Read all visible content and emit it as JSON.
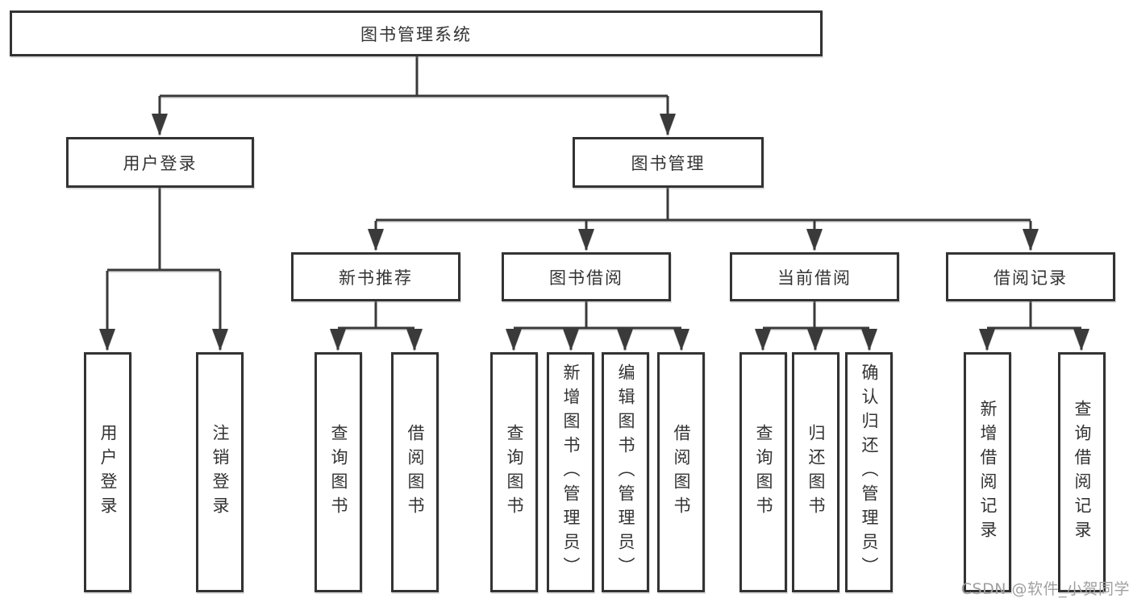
{
  "diagram": {
    "title": "图书管理系统",
    "root": {
      "label": "图书管理系统"
    },
    "level2": [
      {
        "label": "用户登录",
        "parent": "图书管理系统"
      },
      {
        "label": "图书管理",
        "parent": "图书管理系统"
      }
    ],
    "level3": [
      {
        "label": "新书推荐",
        "parent": "图书管理"
      },
      {
        "label": "图书借阅",
        "parent": "图书管理"
      },
      {
        "label": "当前借阅",
        "parent": "图书管理"
      },
      {
        "label": "借阅记录",
        "parent": "图书管理"
      }
    ],
    "leaves": [
      {
        "label": "用户登录",
        "parent": "用户登录"
      },
      {
        "label": "注销登录",
        "parent": "用户登录"
      },
      {
        "label": "查询图书",
        "parent": "新书推荐"
      },
      {
        "label": "借阅图书",
        "parent": "新书推荐"
      },
      {
        "label": "查询图书",
        "parent": "图书借阅"
      },
      {
        "label": "新增图书（管理员）",
        "parent": "图书借阅"
      },
      {
        "label": "编辑图书（管理员）",
        "parent": "图书借阅"
      },
      {
        "label": "借阅图书",
        "parent": "图书借阅"
      },
      {
        "label": "查询图书",
        "parent": "当前借阅"
      },
      {
        "label": "归还图书",
        "parent": "当前借阅"
      },
      {
        "label": "确认归还（管理员）",
        "parent": "当前借阅"
      },
      {
        "label": "新增借阅记录",
        "parent": "借阅记录"
      },
      {
        "label": "查询借阅记录",
        "parent": "借阅记录"
      }
    ]
  },
  "watermark": {
    "text": "CSDN @软件_小贺同学"
  },
  "colors": {
    "line": "#3a3a3a",
    "box_border": "#333333",
    "text": "#333333",
    "background": "#ffffff",
    "watermark": "#a0a0a0"
  }
}
